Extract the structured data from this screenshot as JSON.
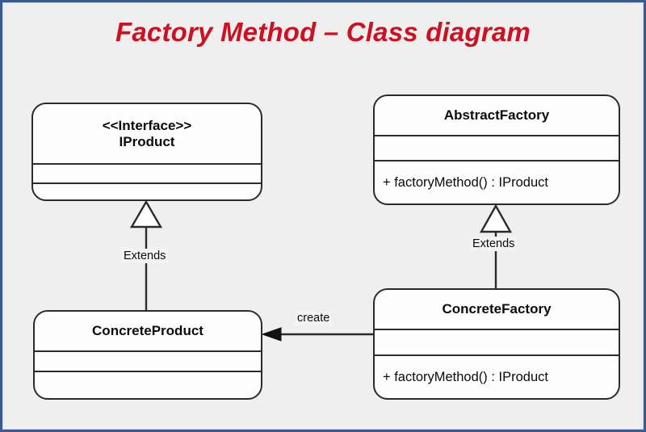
{
  "page": {
    "title": "Factory Method – Class diagram",
    "border_color": "#3c5a8c",
    "background_color": "#f0efef",
    "title_color": "#cc1122"
  },
  "classes": {
    "iproduct": {
      "stereotype": "<<Interface>>",
      "name": "IProduct",
      "attributes": "",
      "operations": ""
    },
    "abstract_factory": {
      "name": "AbstractFactory",
      "attributes": "",
      "operations": "+ factoryMethod() : IProduct"
    },
    "concrete_product": {
      "name": "ConcreteProduct",
      "attributes": "",
      "operations": ""
    },
    "concrete_factory": {
      "name": "ConcreteFactory",
      "attributes": "",
      "operations": "+ factoryMethod() : IProduct"
    }
  },
  "relationships": {
    "product_inheritance": {
      "label": "Extends",
      "kind": "generalization",
      "from": "ConcreteProduct",
      "to": "IProduct"
    },
    "factory_inheritance": {
      "label": "Extends",
      "kind": "generalization",
      "from": "ConcreteFactory",
      "to": "AbstractFactory"
    },
    "create_association": {
      "label": "create",
      "kind": "dependency",
      "from": "ConcreteFactory",
      "to": "ConcreteProduct"
    }
  }
}
